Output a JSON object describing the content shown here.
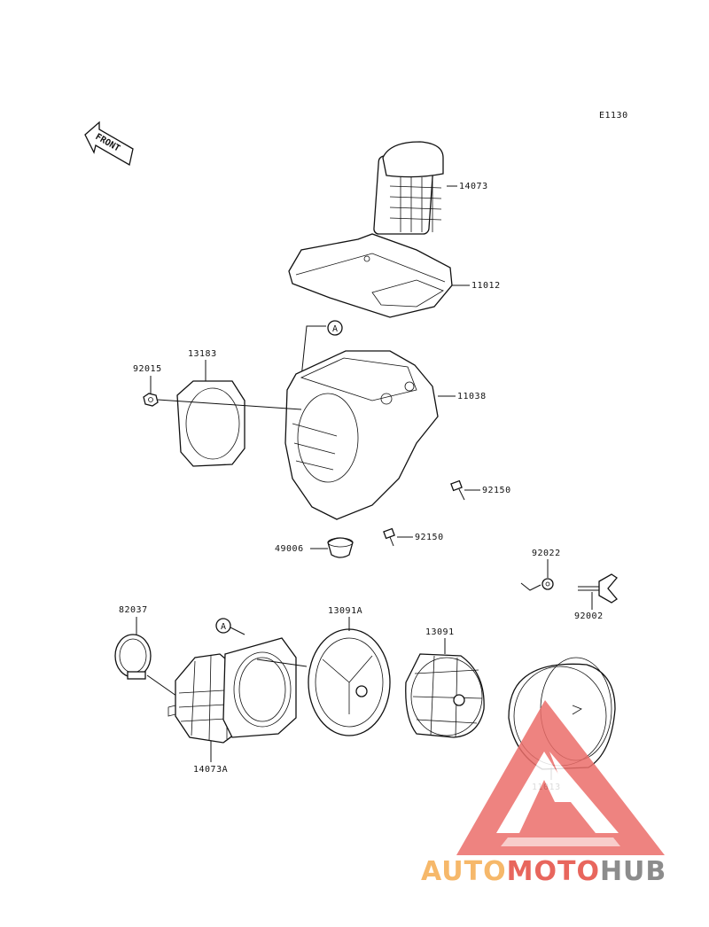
{
  "diagram_code": "E1130",
  "front_label": "FRONT",
  "callout_letter": "A",
  "parts": {
    "p14073": "14073",
    "p11012": "11012",
    "p11038": "11038",
    "p13183": "13183",
    "p92015": "92015",
    "p92150a": "92150",
    "p92150b": "92150",
    "p49006": "49006",
    "p92022": "92022",
    "p92002": "92002",
    "p82037": "82037",
    "p13091A": "13091A",
    "p13091": "13091",
    "p14073A": "14073A",
    "p11013": "11013"
  },
  "watermark": {
    "part1": "AUTO",
    "part2": "MOTO",
    "part3": "HUB",
    "color1": "#f6b86a",
    "color2": "#e8665d",
    "color3": "#8c8c8c"
  }
}
